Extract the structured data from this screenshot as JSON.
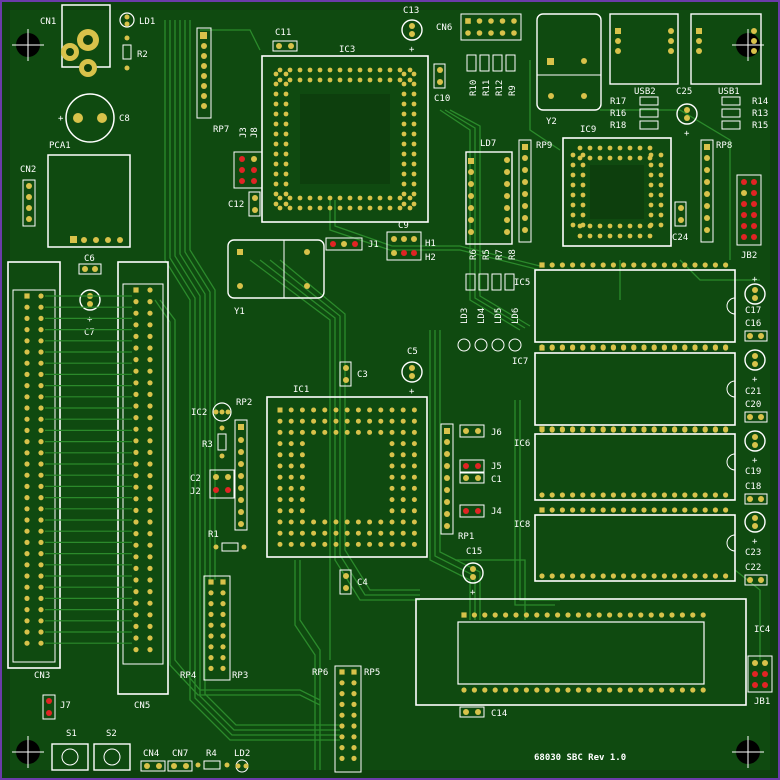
{
  "board": {
    "title": "68030 SBC Rev 1.0",
    "colors": {
      "substrate": "#0d3f0d",
      "copper": "#1c7a1c",
      "trace": "#2b8a2b",
      "silkscreen": "#ffffff",
      "pad": "#d8c24a",
      "jumper_pad": "#e02424",
      "mount_hole": "#000000"
    }
  },
  "labels": {
    "CN1": "CN1",
    "LD1": "LD1",
    "R2": "R2",
    "C8": "C8",
    "PCA1": "PCA1",
    "CN2": "CN2",
    "C6": "C6",
    "C7": "C7",
    "CN3": "CN3",
    "CN5": "CN5",
    "J7": "J7",
    "S1": "S1",
    "S2": "S2",
    "CN4": "CN4",
    "CN7": "CN7",
    "R4": "R4",
    "LD2": "LD2",
    "C11": "C11",
    "IC3": "IC3",
    "C13": "C13",
    "C10": "C10",
    "CN6": "CN6",
    "R10": "R10",
    "R11": "R11",
    "R12": "R12",
    "R9": "R9",
    "Y2": "Y2",
    "USB2": "USB2",
    "USB1": "USB1",
    "C25": "C25",
    "R17": "R17",
    "R16": "R16",
    "R18": "R18",
    "R14": "R14",
    "R13": "R13",
    "R15": "R15",
    "RP7": "RP7",
    "J3": "J3",
    "J8": "J8",
    "C12": "C12",
    "C9": "C9",
    "J1": "J1",
    "H1": "H1",
    "H2": "H2",
    "Y1": "Y1",
    "LD7": "LD7",
    "RP9": "RP9",
    "IC9": "IC9",
    "RP8": "RP8",
    "JB2": "JB2",
    "C24": "C24",
    "R6": "R6",
    "R5": "R5",
    "R7": "R7",
    "R8": "R8",
    "IC5": "IC5",
    "LD3": "LD3",
    "LD4": "LD4",
    "LD5": "LD5",
    "LD6": "LD6",
    "IC7": "IC7",
    "C17": "C17",
    "C16": "C16",
    "C21": "C21",
    "C20": "C20",
    "C19": "C19",
    "C18": "C18",
    "C23": "C23",
    "C22": "C22",
    "C3": "C3",
    "C5": "C5",
    "IC1": "IC1",
    "IC2": "IC2",
    "RP2": "RP2",
    "R3": "R3",
    "C2": "C2",
    "J2": "J2",
    "R1": "R1",
    "J6": "J6",
    "J5": "J5",
    "C1": "C1",
    "J4": "J4",
    "RP1": "RP1",
    "IC6": "IC6",
    "IC8": "IC8",
    "C15": "C15",
    "C4": "C4",
    "RP4": "RP4",
    "RP3": "RP3",
    "RP6": "RP6",
    "RP5": "RP5",
    "C14": "C14",
    "IC4": "IC4",
    "JB1": "JB1"
  }
}
